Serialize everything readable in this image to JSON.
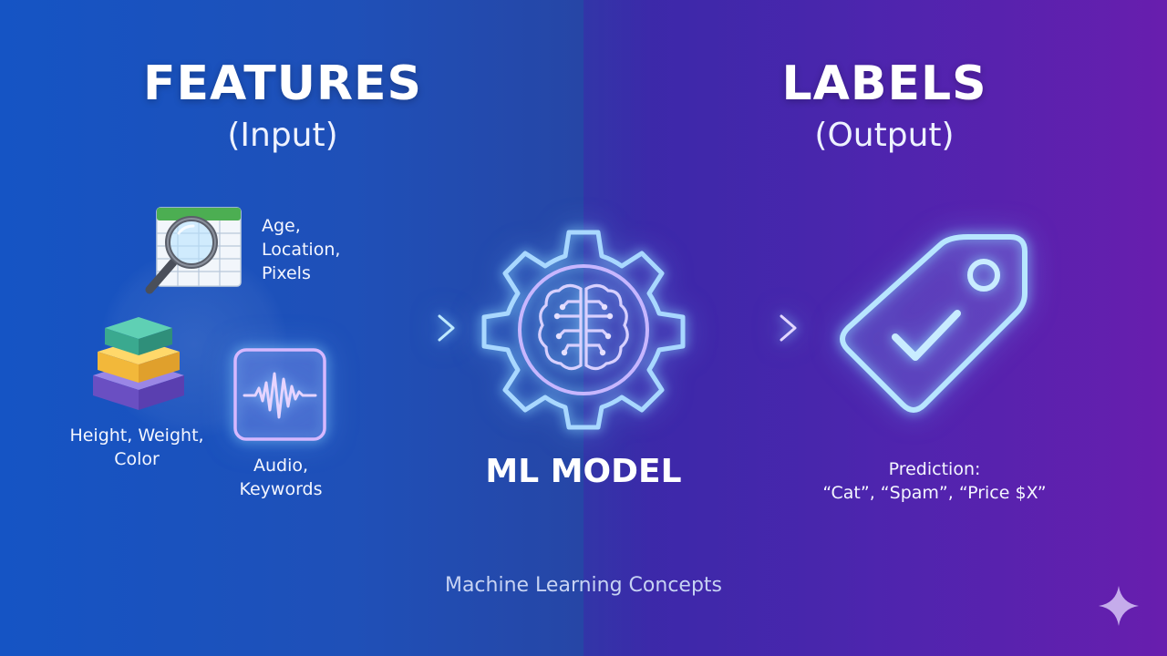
{
  "features": {
    "title": "FEATURES",
    "subtitle": "(Input)",
    "table_label_lines": [
      "Age,",
      "Location,",
      "Pixels"
    ],
    "layers_label_lines": [
      "Height, Weight,",
      "Color"
    ],
    "audio_label_lines": [
      "Audio,",
      "Keywords"
    ]
  },
  "model": {
    "title": "ML MODEL"
  },
  "labels": {
    "title": "LABELS",
    "subtitle": "(Output)",
    "prediction_lines": [
      "Prediction:",
      "“Cat”, “Spam”, “Price $X”"
    ]
  },
  "footer": {
    "caption": "Machine Learning Concepts"
  },
  "icons": {
    "table": "magnifier-spreadsheet-icon",
    "layers": "stacked-layers-icon",
    "audio": "audio-waveform-icon",
    "model": "gear-brain-icon",
    "tag": "price-tag-check-icon",
    "sparkle": "sparkle-icon",
    "arrow": "arrow-right-icon"
  },
  "colors": {
    "left_bg": "#1554c4",
    "right_bg": "#6a1eae",
    "neon_cyan": "#8fe3ff",
    "neon_violet": "#c9a8ff",
    "layer_green": "#3fb29a",
    "layer_yellow": "#f2c24a",
    "layer_purple": "#7a5ed0"
  }
}
